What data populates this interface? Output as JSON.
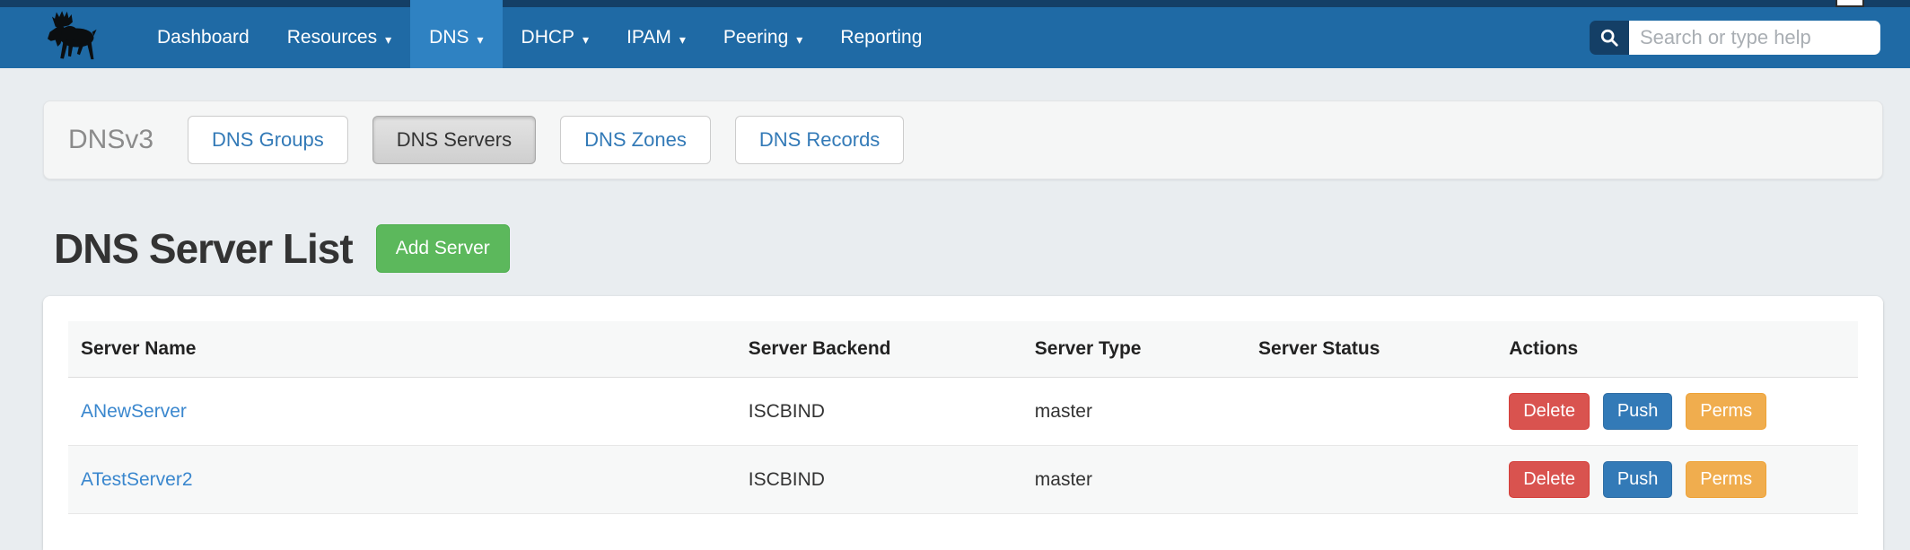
{
  "navbar": {
    "items": [
      {
        "label": "Dashboard",
        "caret": ""
      },
      {
        "label": "Resources",
        "caret": "▾"
      },
      {
        "label": "DNS",
        "caret": "▾",
        "active": true
      },
      {
        "label": "DHCP",
        "caret": "▾"
      },
      {
        "label": "IPAM",
        "caret": "▾"
      },
      {
        "label": "Peering",
        "caret": "▾"
      },
      {
        "label": "Reporting",
        "caret": ""
      }
    ],
    "search_placeholder": "Search or type help"
  },
  "subnav": {
    "title": "DNSv3",
    "buttons": [
      {
        "label": "DNS Groups"
      },
      {
        "label": "DNS Servers",
        "active": true
      },
      {
        "label": "DNS Zones"
      },
      {
        "label": "DNS Records"
      }
    ]
  },
  "main": {
    "heading": "DNS Server List",
    "add_button_label": "Add Server"
  },
  "table": {
    "columns": [
      "Server Name",
      "Server Backend",
      "Server Type",
      "Server Status",
      "Actions"
    ],
    "rows": [
      {
        "name": "ANewServer",
        "backend": "ISCBIND",
        "type": "master",
        "status": "",
        "actions": [
          "Delete",
          "Push",
          "Perms"
        ]
      },
      {
        "name": "ATestServer2",
        "backend": "ISCBIND",
        "type": "master",
        "status": "",
        "actions": [
          "Delete",
          "Push",
          "Perms"
        ]
      }
    ]
  },
  "colors": {
    "topstrip_navy": "#143f66",
    "navbar_blue": "#1f6aa5",
    "navbar_active_blue": "#2f82c2",
    "page_background": "#e9edf0",
    "link_blue": "#3a87ce",
    "button_green": "#5cb85c",
    "button_red": "#d9534f",
    "button_blue": "#337ab7",
    "button_orange": "#f0ad4e"
  }
}
